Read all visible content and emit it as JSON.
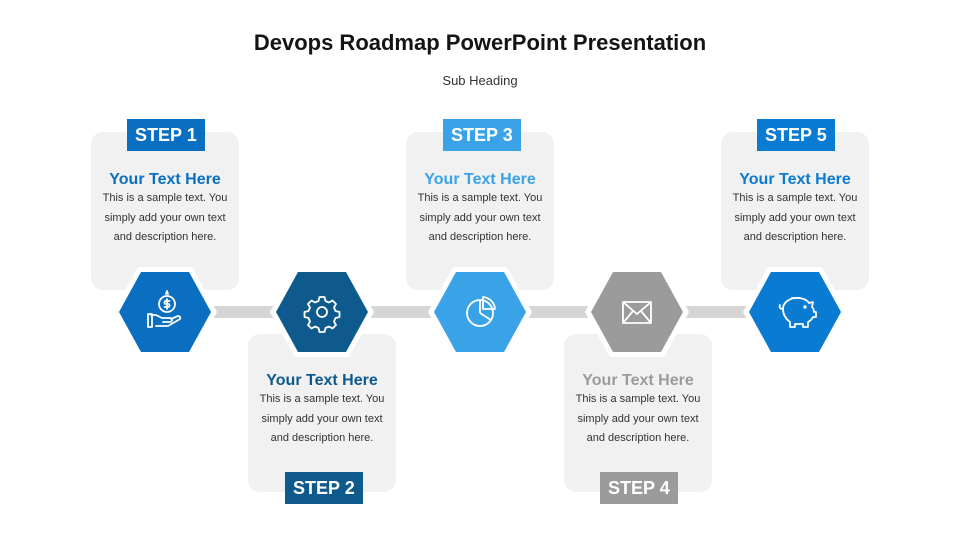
{
  "slide": {
    "title": "Devops Roadmap PowerPoint Presentation",
    "subtitle": "Sub Heading"
  },
  "steps": [
    {
      "label": "STEP 1",
      "heading": "Your Text Here",
      "body": "This is a sample text. You simply add your own text and description here.",
      "color": "#0a6fc0",
      "heading_color": "#0a6fc0",
      "icon": "money-hand-icon",
      "card_position": "top"
    },
    {
      "label": "STEP 2",
      "heading": "Your Text Here",
      "body": "This is a sample text. You simply add your own text and description here.",
      "color": "#0f5a8c",
      "heading_color": "#0f5a8c",
      "icon": "gear-icon",
      "card_position": "bottom"
    },
    {
      "label": "STEP 3",
      "heading": "Your Text Here",
      "body": "This is a sample text. You simply add your own text and description here.",
      "color": "#3aa3e8",
      "heading_color": "#3aa3e8",
      "icon": "pie-chart-icon",
      "card_position": "top"
    },
    {
      "label": "STEP 4",
      "heading": "Your Text Here",
      "body": "This is a sample text. You simply add your own text and description here.",
      "color": "#9b9b9b",
      "heading_color": "#9b9b9b",
      "icon": "envelope-icon",
      "card_position": "bottom"
    },
    {
      "label": "STEP 5",
      "heading": "Your Text Here",
      "body": "This is a sample text. You simply add your own text and description here.",
      "color": "#0a7bd3",
      "heading_color": "#0a7bd3",
      "icon": "piggy-bank-icon",
      "card_position": "top"
    }
  ]
}
